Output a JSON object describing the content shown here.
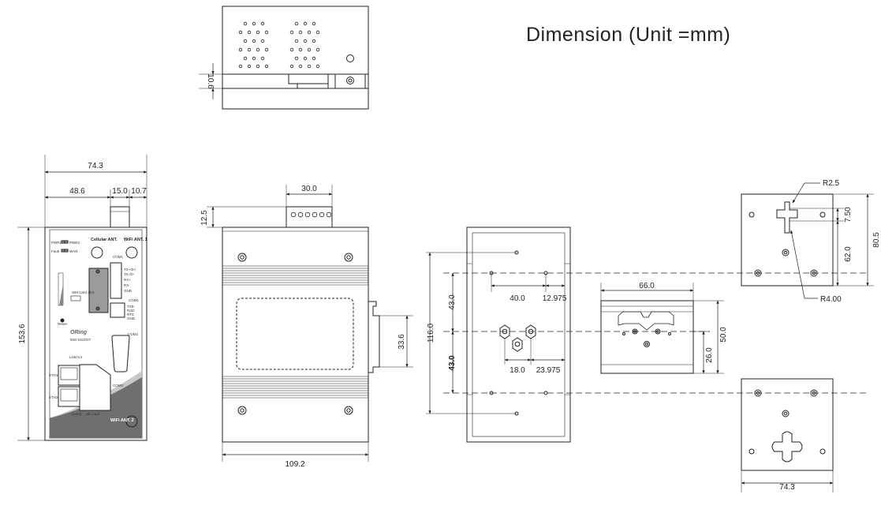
{
  "title": "Dimension (Unit =mm)",
  "dimensions": {
    "top_height": "10.6",
    "front_width": "74.3",
    "front_w1": "48.6",
    "front_w2": "15.0",
    "front_w3": "10.7",
    "front_height": "153.6",
    "side_top_height": "12.5",
    "side_connector_width": "30.0",
    "side_clip_height": "33.6",
    "side_width": "109.2",
    "rear_height_total": "116.0",
    "rear_upper": "43.0",
    "rear_lower": "43.0",
    "rear_hole_x": "40.0",
    "rear_hole_x_offset": "12.975",
    "rear_stud_spacing": "18.0",
    "rear_stud_offset": "23.975",
    "din_width": "66.0",
    "din_height": "50.0",
    "din_rail_offset": "26.0",
    "wall_slot_radius": "R2.5",
    "wall_keyhole_radius": "R4.00",
    "wall_slot_height": "7.50",
    "wall_plate_mid": "62.0",
    "wall_plate_height": "80.5",
    "wall_plate_width": "74.3"
  },
  "front_panel": {
    "pwr1": "PWR1",
    "pwr2": "PWR2",
    "fault": "Fault",
    "wan": "WAN",
    "cellular_ant": "Cellular ANT.",
    "wifi_ant1": "WiFi ANT. 1",
    "wifi_ant2": "WiFi ANT. 2",
    "com1": "COM1",
    "com2": "COM2",
    "com3": "COM3",
    "reset": "Reset",
    "brand": "ORing",
    "model": "IMG-5222GT",
    "sim_card_slot": "SIM Card Slot",
    "sd_card": "SD Card",
    "terminal_labels": [
      "TX+/D+",
      "TX-/D-",
      "RX+",
      "RX-",
      "GND"
    ],
    "com_pins": [
      "TXD",
      "RXD",
      "RTS",
      "GND"
    ],
    "eth1": "ETH1",
    "eth2": "ETH2",
    "speed": "Speed",
    "link_act": "Link/Act"
  }
}
